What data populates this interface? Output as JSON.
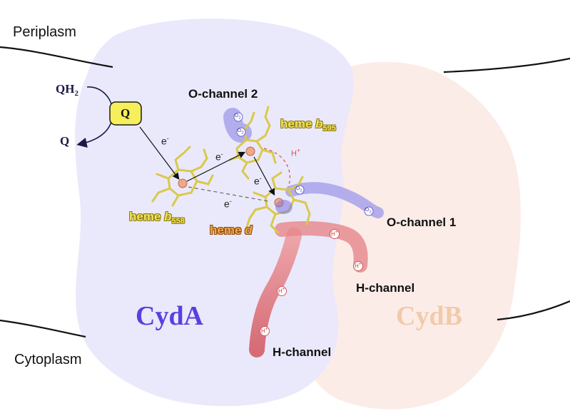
{
  "regions": {
    "periplasm": "Periplasm",
    "cytoplasm": "Cytoplasm"
  },
  "subunits": {
    "cyda": "CydA",
    "cydb": "CydB"
  },
  "quinone": {
    "box_label": "Q",
    "reduced": "QH",
    "reduced_sub": "2",
    "oxidized": "Q"
  },
  "channels": {
    "o_channel_2": "O-channel 2",
    "o_channel_1": "O-channel 1",
    "h_channel_upper": "H-channel",
    "h_channel_lower": "H-channel"
  },
  "hemes": {
    "b595": {
      "prefix": "heme ",
      "letter": "b",
      "sub": "595"
    },
    "b558": {
      "prefix": "heme ",
      "letter": "b",
      "sub": "558"
    },
    "d": {
      "prefix": "heme ",
      "letter": "d"
    }
  },
  "transfer_labels": {
    "electron": "e",
    "electron_sup": "-",
    "proton": "H",
    "proton_sup": "+"
  },
  "markers": {
    "oxygen": "O",
    "oxygen_sub": "2",
    "proton": "H",
    "proton_sup": "+"
  },
  "colors": {
    "cyda_surface": "#e9e8fb",
    "cydb_surface": "#fbece8",
    "cyda_text": "#5a3fe0",
    "cydb_text": "#f3c9a8",
    "o_channel": "#a8a2ea",
    "h_channel": "#e6868a",
    "quinone_box": "#f6ee5a",
    "heme_stick": "#d9c94a"
  }
}
